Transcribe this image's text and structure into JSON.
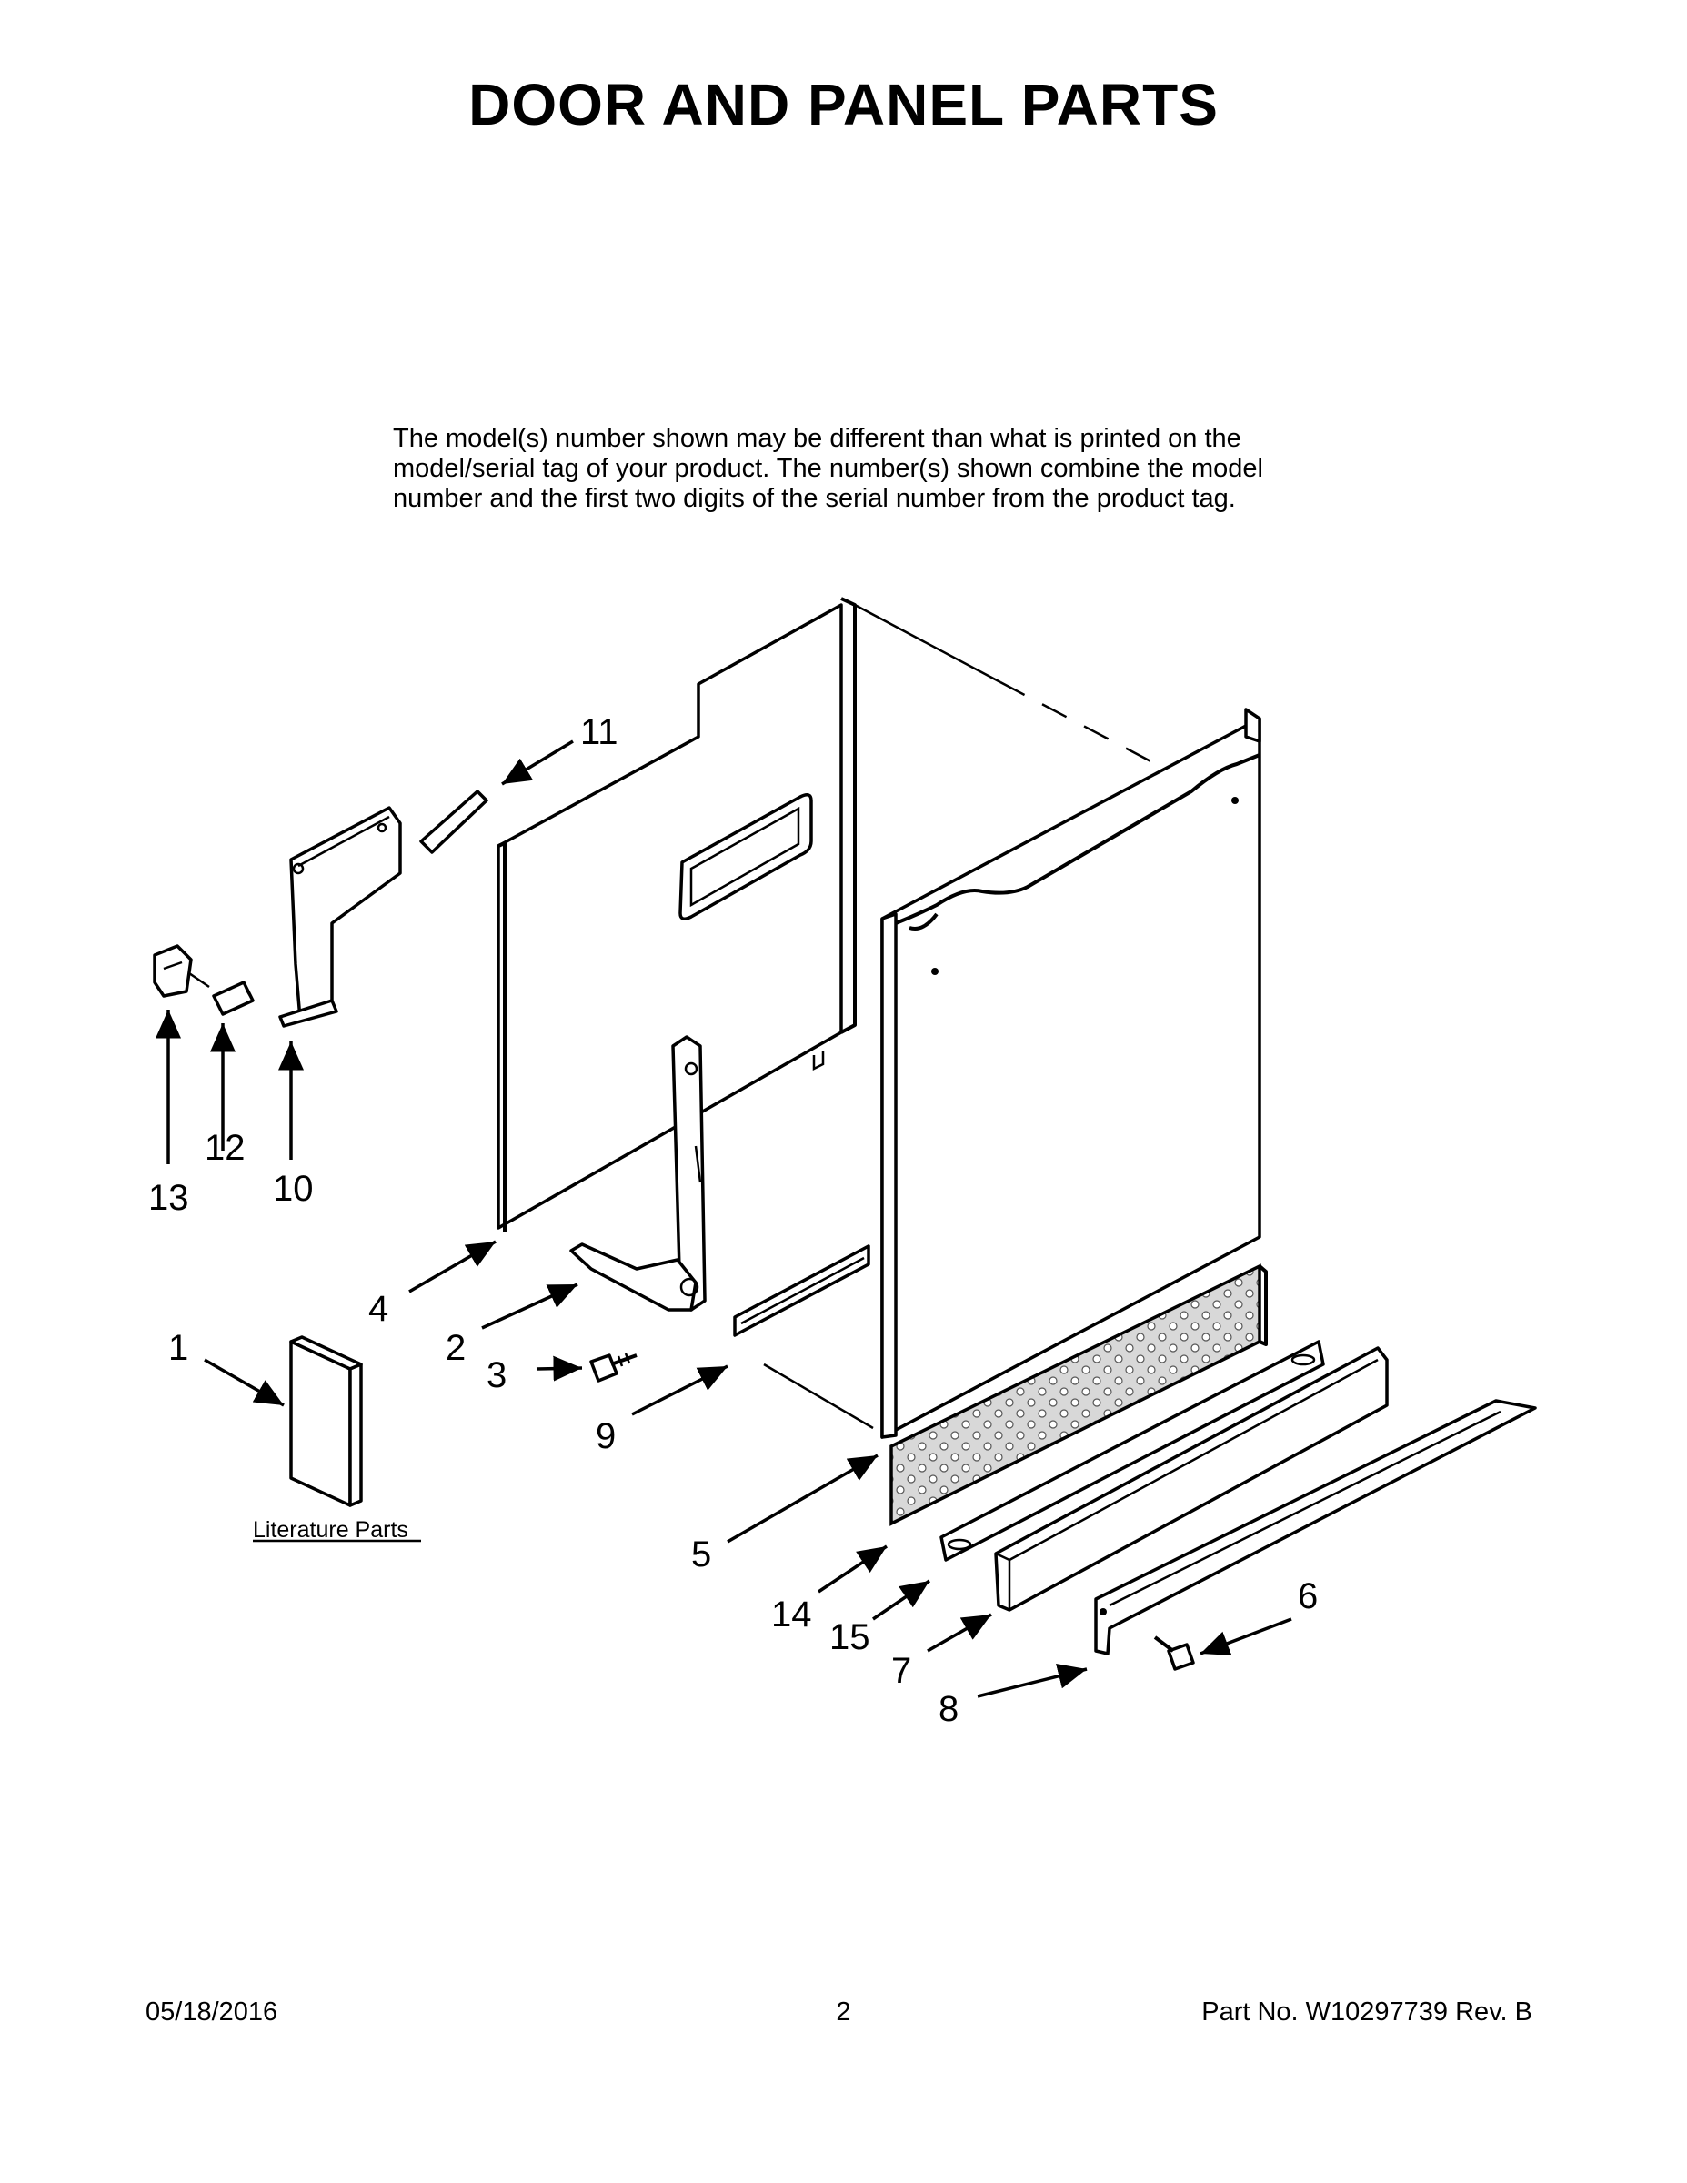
{
  "title": "DOOR AND PANEL PARTS",
  "note": {
    "lines": [
      "The model(s) number shown may be different than what is printed on the",
      "model/serial tag of your product. The number(s) shown combine the model",
      "number and the first two digits of the serial number from the product tag."
    ]
  },
  "callouts": {
    "c1": "1",
    "c2": "2",
    "c3": "3",
    "c4": "4",
    "c5": "5",
    "c6": "6",
    "c7": "7",
    "c8": "8",
    "c9": "9",
    "c10": "10",
    "c11": "11",
    "c12": "12",
    "c13": "13",
    "c14": "14",
    "c15": "15"
  },
  "literature_label": "Literature Parts",
  "footer": {
    "date": "05/18/2016",
    "page": "2",
    "part_no": "Part No.  W10297739  Rev.  B"
  }
}
